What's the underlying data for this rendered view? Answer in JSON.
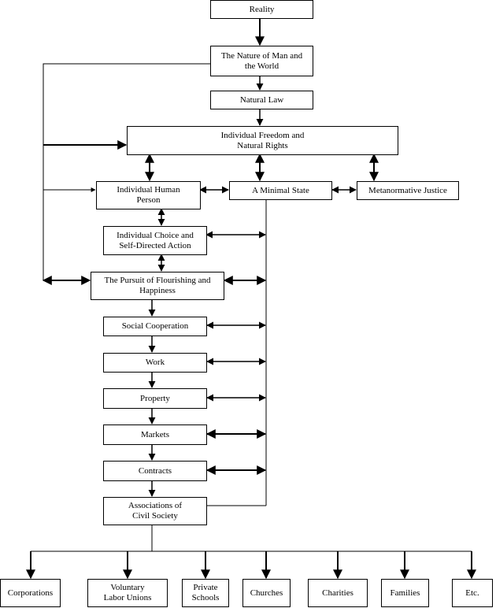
{
  "nodes": {
    "reality": "Reality",
    "nature": "The Nature of Man and\nthe World",
    "natural_law": "Natural Law",
    "freedom": "Individual Freedom and\nNatural Rights",
    "person": "Individual Human\nPerson",
    "minimal_state": "A Minimal State",
    "metanormative": "Metanormative Justice",
    "choice": "Individual Choice and\nSelf-Directed Action",
    "pursuit": "The Pursuit of Flourishing and\nHappiness",
    "social": "Social Cooperation",
    "work": "Work",
    "property": "Property",
    "markets": "Markets",
    "contracts": "Contracts",
    "associations": "Associations of\nCivil Society"
  },
  "leaves": {
    "corporations": "Corporations",
    "unions": "Voluntary\nLabor Unions",
    "schools": "Private\nSchools",
    "churches": "Churches",
    "charities": "Charities",
    "families": "Families",
    "etc": "Etc."
  }
}
